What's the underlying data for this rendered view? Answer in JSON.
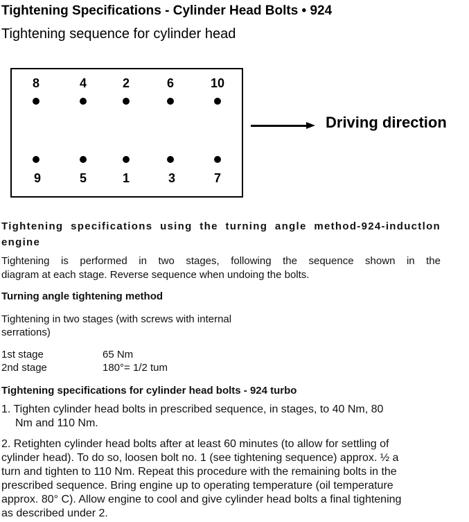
{
  "title": "Tightening Specifications - Cylinder Head Bolts • 924",
  "subtitle": "Tightening sequence for cylinder head",
  "diagram": {
    "top_row": [
      "8",
      "4",
      "2",
      "6",
      "10"
    ],
    "bottom_row": [
      "9",
      "5",
      "1",
      "3",
      "7"
    ],
    "direction_label": "Driving direction"
  },
  "section1": {
    "heading_line1": "Tightening specifications using the turning angle method-924-inductlon",
    "heading_line2": "engine",
    "para_line1": "Tightening is performed in two stages, following the sequence shown in the",
    "para_line2": "diagram at each stage. Reverse sequence when undoing the bolts."
  },
  "section2": {
    "heading": "Turning angle tightening method",
    "para_line1": "Tightening in two stages (with screws with internal",
    "para_line2": "serrations)",
    "stages": [
      {
        "label": "1st stage",
        "value": "65 Nm"
      },
      {
        "label": "2nd stage",
        "value": "180°= 1/2 tum"
      }
    ]
  },
  "section3": {
    "heading": "Tightening specifications for cylinder head bolts - 924 turbo",
    "item1_line1": "1. Tighten cylinder head bolts in prescribed sequence, in stages, to 40 Nm, 80",
    "item1_line2": "Nm and 110 Nm.",
    "item2_lines": [
      "2. Retighten cylinder head bolts after at least 60 minutes (to allow for settling of",
      "cylinder head). To do so, loosen bolt no. 1 (see tightening sequence) approx. ½ a",
      "turn and tighten to 110 Nm. Repeat this procedure with the remaining bolts in the",
      "prescribed sequence. Bring engine up to operating temperature (oil temperature",
      "approx. 80° C). Allow engine to cool and give cylinder head bolts a final tightening",
      "as described under 2."
    ]
  }
}
